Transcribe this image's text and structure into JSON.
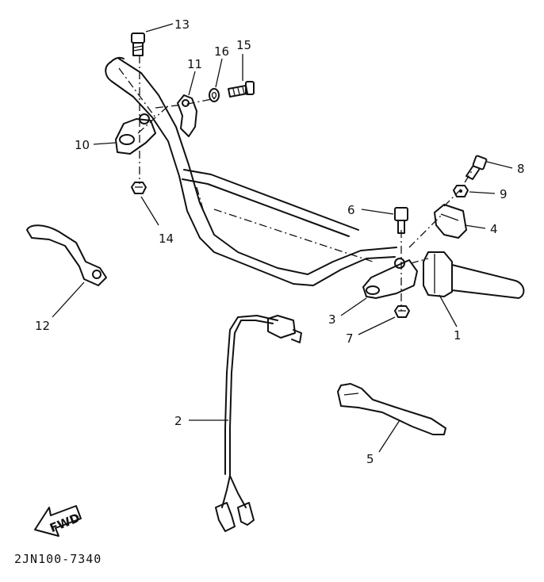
{
  "diagram": {
    "callouts": [
      "1",
      "2",
      "3",
      "4",
      "5",
      "6",
      "7",
      "8",
      "9",
      "10",
      "11",
      "12",
      "13",
      "14",
      "15",
      "16"
    ],
    "arrow_text": "FWD",
    "drawing_code": "2JN100-7340"
  }
}
